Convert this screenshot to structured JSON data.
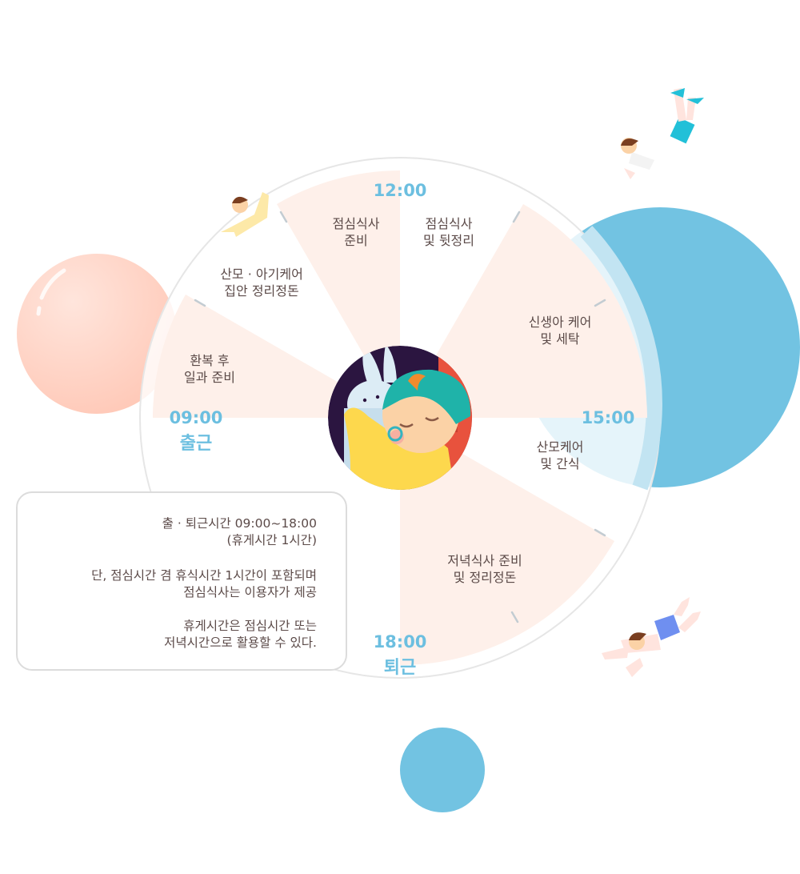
{
  "schedule": {
    "times": {
      "t0900": "09:00",
      "t0900_sub": "출근",
      "t1200": "12:00",
      "t1500": "15:00",
      "t1800": "18:00",
      "t1800_sub": "퇴근"
    },
    "tasks": {
      "outfit": [
        "환복 후",
        "일과 준비"
      ],
      "mother_baby_care": [
        "산모 · 아기케어",
        "집안 정리정돈"
      ],
      "lunch_prep": [
        "점심식사",
        "준비"
      ],
      "lunch_cleanup": [
        "점심식사",
        "및 뒷정리"
      ],
      "newborn_care": [
        "신생아 케어",
        "및 세탁"
      ],
      "mother_snack": [
        "산모케어",
        "및 간식"
      ],
      "dinner_prep": [
        "저녁식사 준비",
        "및 정리정돈"
      ]
    }
  },
  "info_box": {
    "line1": "출 · 퇴근시간 09:00~18:00",
    "line2": "(휴게시간 1시간)",
    "line3": "단, 점심시간 겸 휴식시간 1시간이 포함되며",
    "line4": "점심식사는 이용자가 제공",
    "line5": "휴게시간은 점심시간 또는",
    "line6": "저녁시간으로 활용할 수 있다."
  },
  "colors": {
    "accent_blue": "#6cbfe0",
    "circle_blue": "#72c3e2",
    "peach_bubble": "#ffd3c6",
    "segment_fill": "#fef0ea",
    "text": "#5b4a48"
  }
}
